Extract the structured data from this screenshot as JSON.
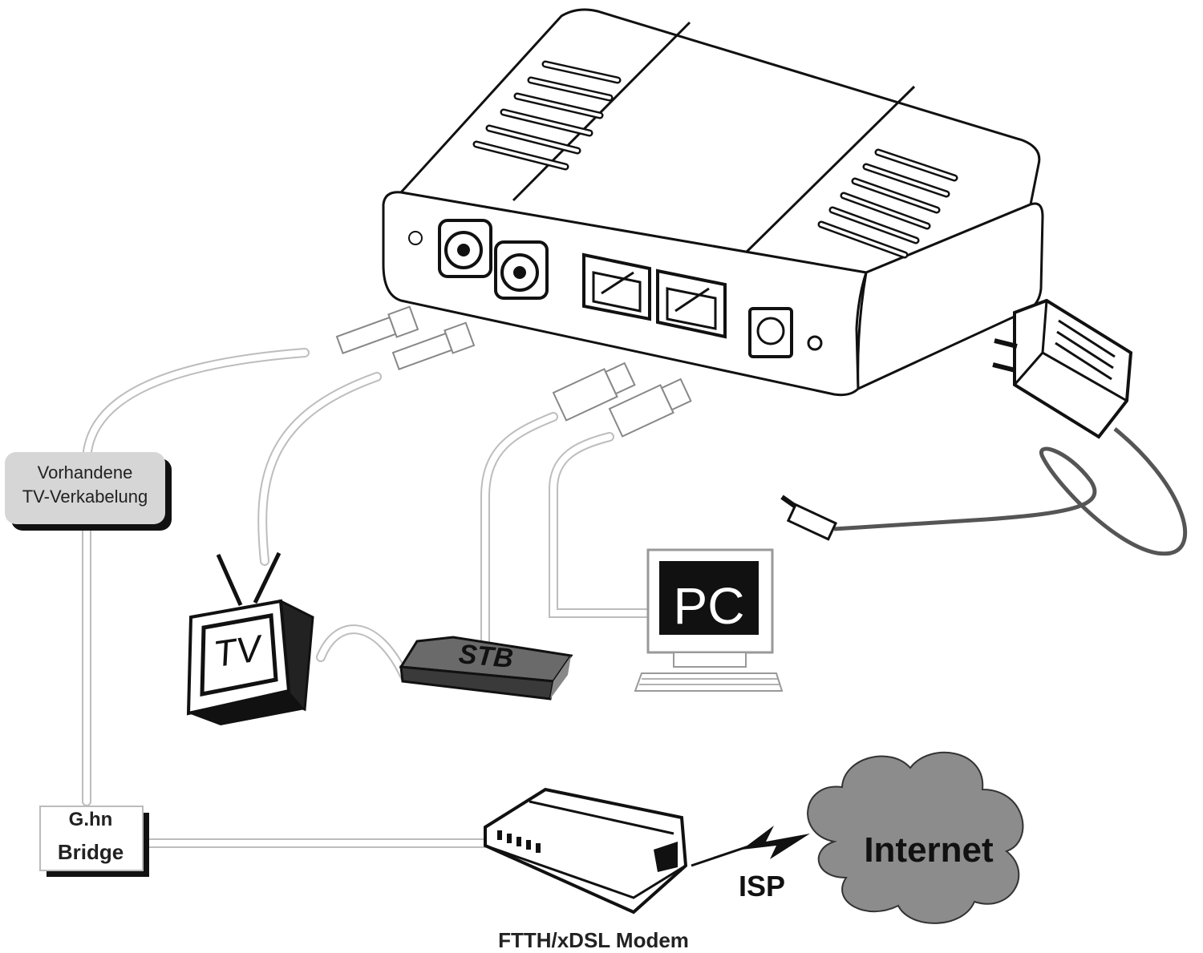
{
  "labels": {
    "tv_cabling": [
      "Vorhandene",
      "TV-Verkabelung"
    ],
    "tv": "TV",
    "stb": "STB",
    "pc": "PC",
    "bridge": [
      "G.hn",
      "Bridge"
    ],
    "modem": "FTTH/xDSL Modem",
    "isp": "ISP",
    "internet": "Internet"
  }
}
